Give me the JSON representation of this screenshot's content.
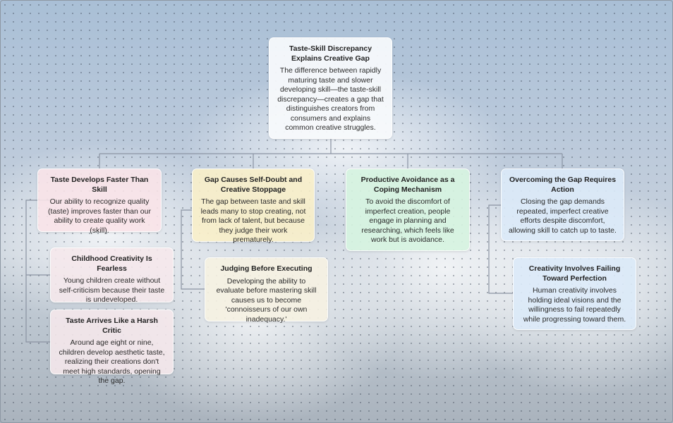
{
  "root": {
    "title": "Taste-Skill Discrepancy Explains Creative Gap",
    "body": "The difference between rapidly maturing taste and slower developing skill—the taste-skill discrepancy—creates a gap that distinguishes creators from consumers and explains common creative struggles."
  },
  "branches": [
    {
      "title": "Taste Develops Faster Than Skill",
      "body": "Our ability to recognize quality (taste) improves faster than our ability to create quality work (skill).",
      "color": "#fae4e8",
      "children": [
        {
          "title": "Childhood Creativity Is Fearless",
          "body": "Young children create without self-criticism because their taste is undeveloped."
        },
        {
          "title": "Taste Arrives Like a Harsh Critic",
          "body": "Around age eight or nine, children develop aesthetic taste, realizing their creations don't meet high standards, opening the gap."
        }
      ]
    },
    {
      "title": "Gap Causes Self-Doubt and Creative Stoppage",
      "body": "The gap between taste and skill leads many to stop creating, not from lack of talent, but because they judge their work prematurely.",
      "color": "#faf0c8",
      "children": [
        {
          "title": "Judging Before Executing",
          "body": "Developing the ability to evaluate before mastering skill causes us to become 'connoisseurs of our own inadequacy.'"
        }
      ]
    },
    {
      "title": "Productive Avoidance as a Coping Mechanism",
      "body": "To avoid the discomfort of imperfect creation, people engage in planning and researching, which feels like work but is avoidance.",
      "color": "#d6f4e0",
      "children": []
    },
    {
      "title": "Overcoming the Gap Requires Action",
      "body": "Closing the gap demands repeated, imperfect creative efforts despite discomfort, allowing skill to catch up to taste.",
      "color": "#dceaf8",
      "children": [
        {
          "title": "Creativity Involves Failing Toward Perfection",
          "body": "Human creativity involves holding ideal visions and the willingness to fail repeatedly while progressing toward them."
        }
      ]
    }
  ]
}
